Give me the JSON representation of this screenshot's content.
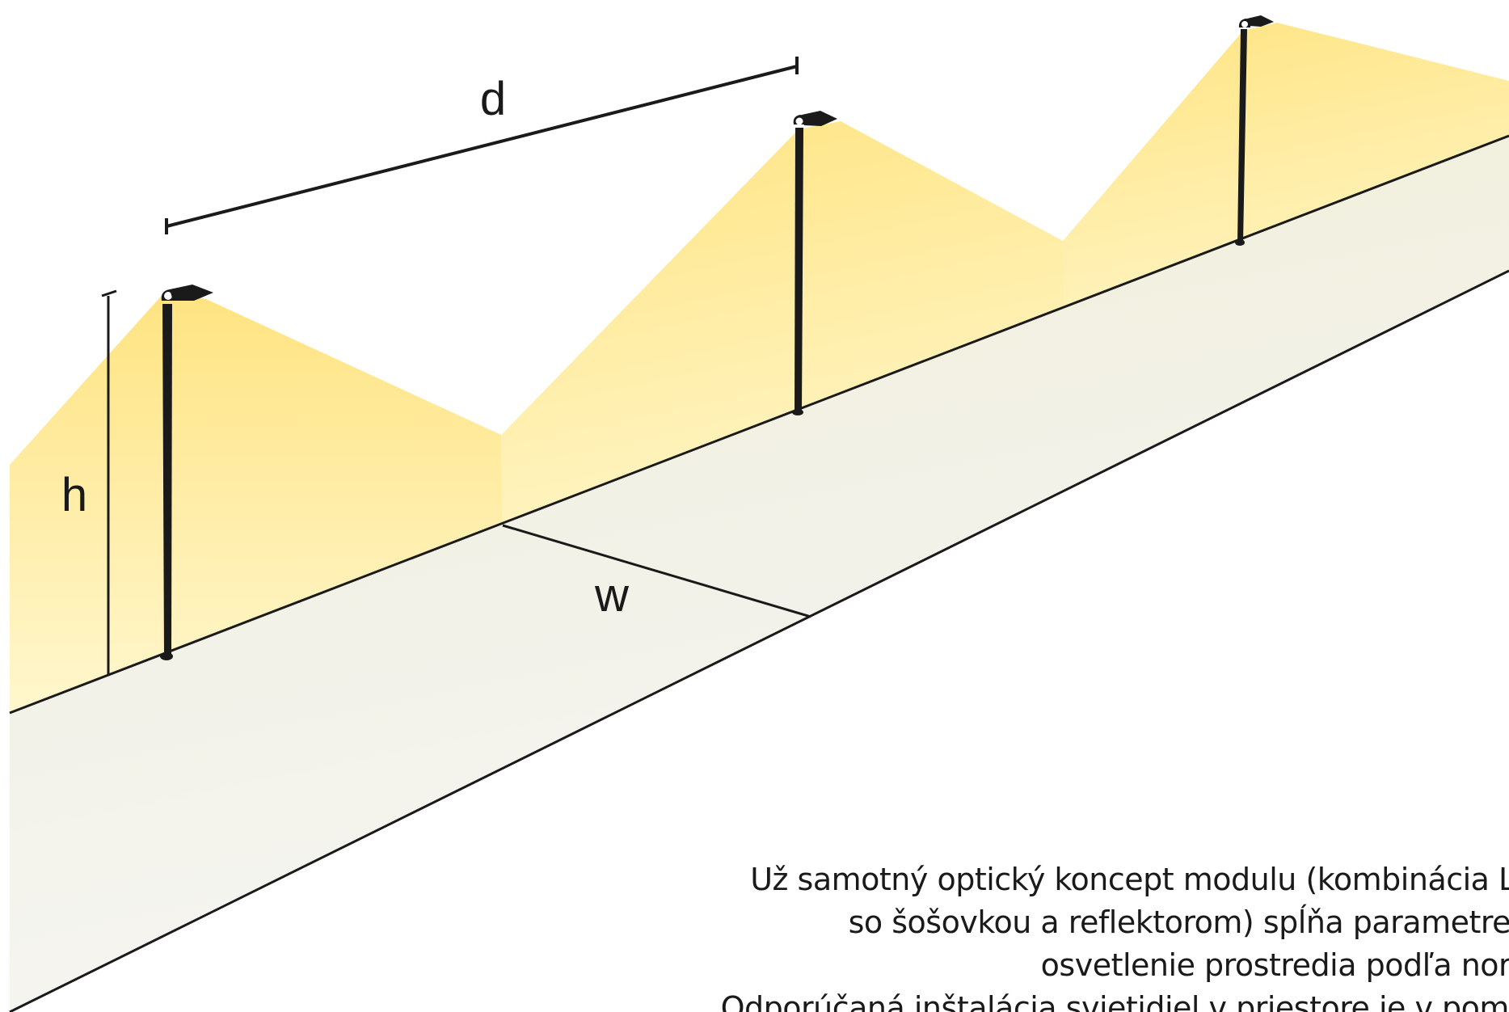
{
  "diagram": {
    "labels": {
      "spacing": "d",
      "height": "h",
      "width": "w"
    },
    "colors": {
      "light_cone": "#ffe98a",
      "ground": "#eeeede",
      "line": "#1a1a1a",
      "pole": "#1a1a1a"
    },
    "icons": [
      "street-lamp-icon",
      "street-lamp-icon",
      "street-lamp-icon"
    ]
  },
  "caption": {
    "lines": [
      "Už samotný optický koncept modulu (kombinácia LED",
      "so šošovkou a reflektorom) spĺňa parametre na",
      "osvetlenie prostredia podľa normy",
      "Odporúčaná inštalácia svietidiel v priestore je v pomere"
    ]
  }
}
